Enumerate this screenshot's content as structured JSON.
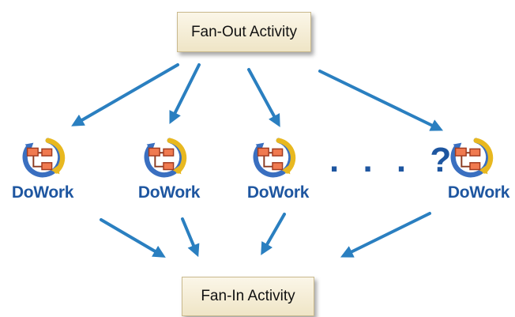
{
  "fan_out": {
    "label": "Fan-Out Activity"
  },
  "fan_in": {
    "label": "Fan-In Activity"
  },
  "work_nodes": [
    {
      "label": "DoWork"
    },
    {
      "label": "DoWork"
    },
    {
      "label": "DoWork"
    },
    {
      "label": "DoWork"
    }
  ],
  "more_indicator": ". . . ?",
  "icon": "workflow-icon",
  "colors": {
    "arrow": "#2a7fc0",
    "label": "#1e56a0",
    "box_fill": "#f4ecd4",
    "icon_ring": "#3a6fc0",
    "icon_arrow": "#e8b820",
    "icon_node": "#f07a50"
  }
}
